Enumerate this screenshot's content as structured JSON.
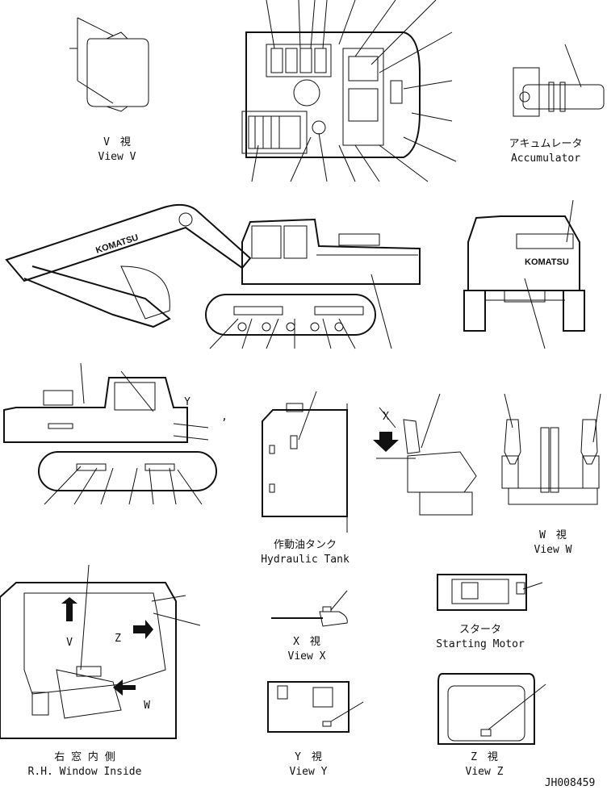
{
  "captions": {
    "view_v_jp": "V　視",
    "view_v_en": "View V",
    "accumulator_jp": "アキュムレータ",
    "accumulator_en": "Accumulator",
    "hydraulic_tank_jp": "作動油タンク",
    "hydraulic_tank_en": "Hydraulic Tank",
    "view_w_jp": "W　視",
    "view_w_en": "View W",
    "starting_motor_jp": "スタータ",
    "starting_motor_en": "Starting Motor",
    "view_x_jp": "X　視",
    "view_x_en": "View X",
    "rh_window_jp": "右 窓 内 側",
    "rh_window_en": "R.H. Window Inside",
    "view_y_jp": "Y　視",
    "view_y_en": "View Y",
    "view_z_jp": "Z　視",
    "view_z_en": "View Z"
  },
  "labels": {
    "brand": "KOMATSU",
    "y_marker": "Y",
    "x_marker": "X",
    "comma": ",",
    "v_marker": "V",
    "z_marker": "Z",
    "w_marker": "W"
  },
  "drawing_number": "JH008459"
}
